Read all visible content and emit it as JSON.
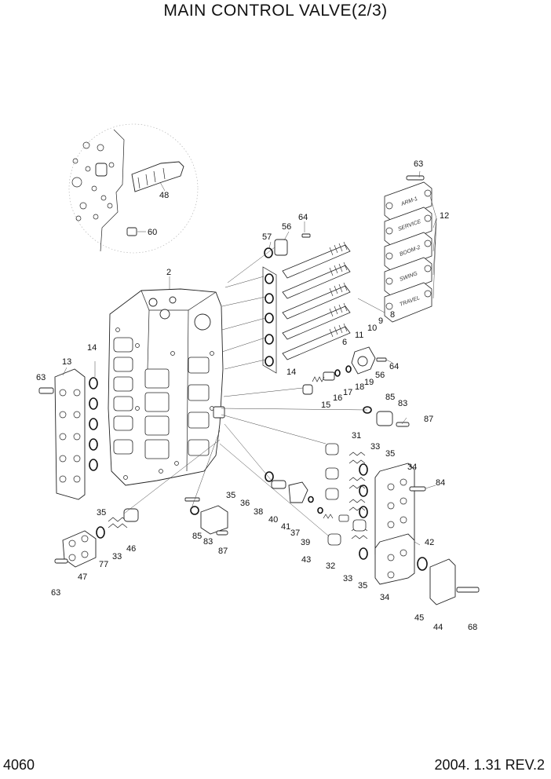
{
  "title": "MAIN CONTROL VALVE(2/3)",
  "page_number": "4060",
  "revision": "2004. 1.31 REV.2",
  "stamps": [
    "ARM-1",
    "SERVICE",
    "BOOM-2",
    "SWING",
    "TRAVEL"
  ],
  "callouts": [
    "63",
    "12",
    "48",
    "64",
    "56",
    "60",
    "57",
    "2",
    "8",
    "9",
    "10",
    "11",
    "6",
    "14",
    "64",
    "56",
    "19",
    "18",
    "17",
    "16",
    "15",
    "13",
    "14",
    "63",
    "85",
    "83",
    "87",
    "31",
    "33",
    "35",
    "34",
    "84",
    "35",
    "36",
    "38",
    "40",
    "37",
    "41",
    "39",
    "43",
    "32",
    "33",
    "35",
    "42",
    "35",
    "85",
    "83",
    "87",
    "77",
    "33",
    "46",
    "47",
    "63",
    "45",
    "44",
    "68",
    "34"
  ]
}
